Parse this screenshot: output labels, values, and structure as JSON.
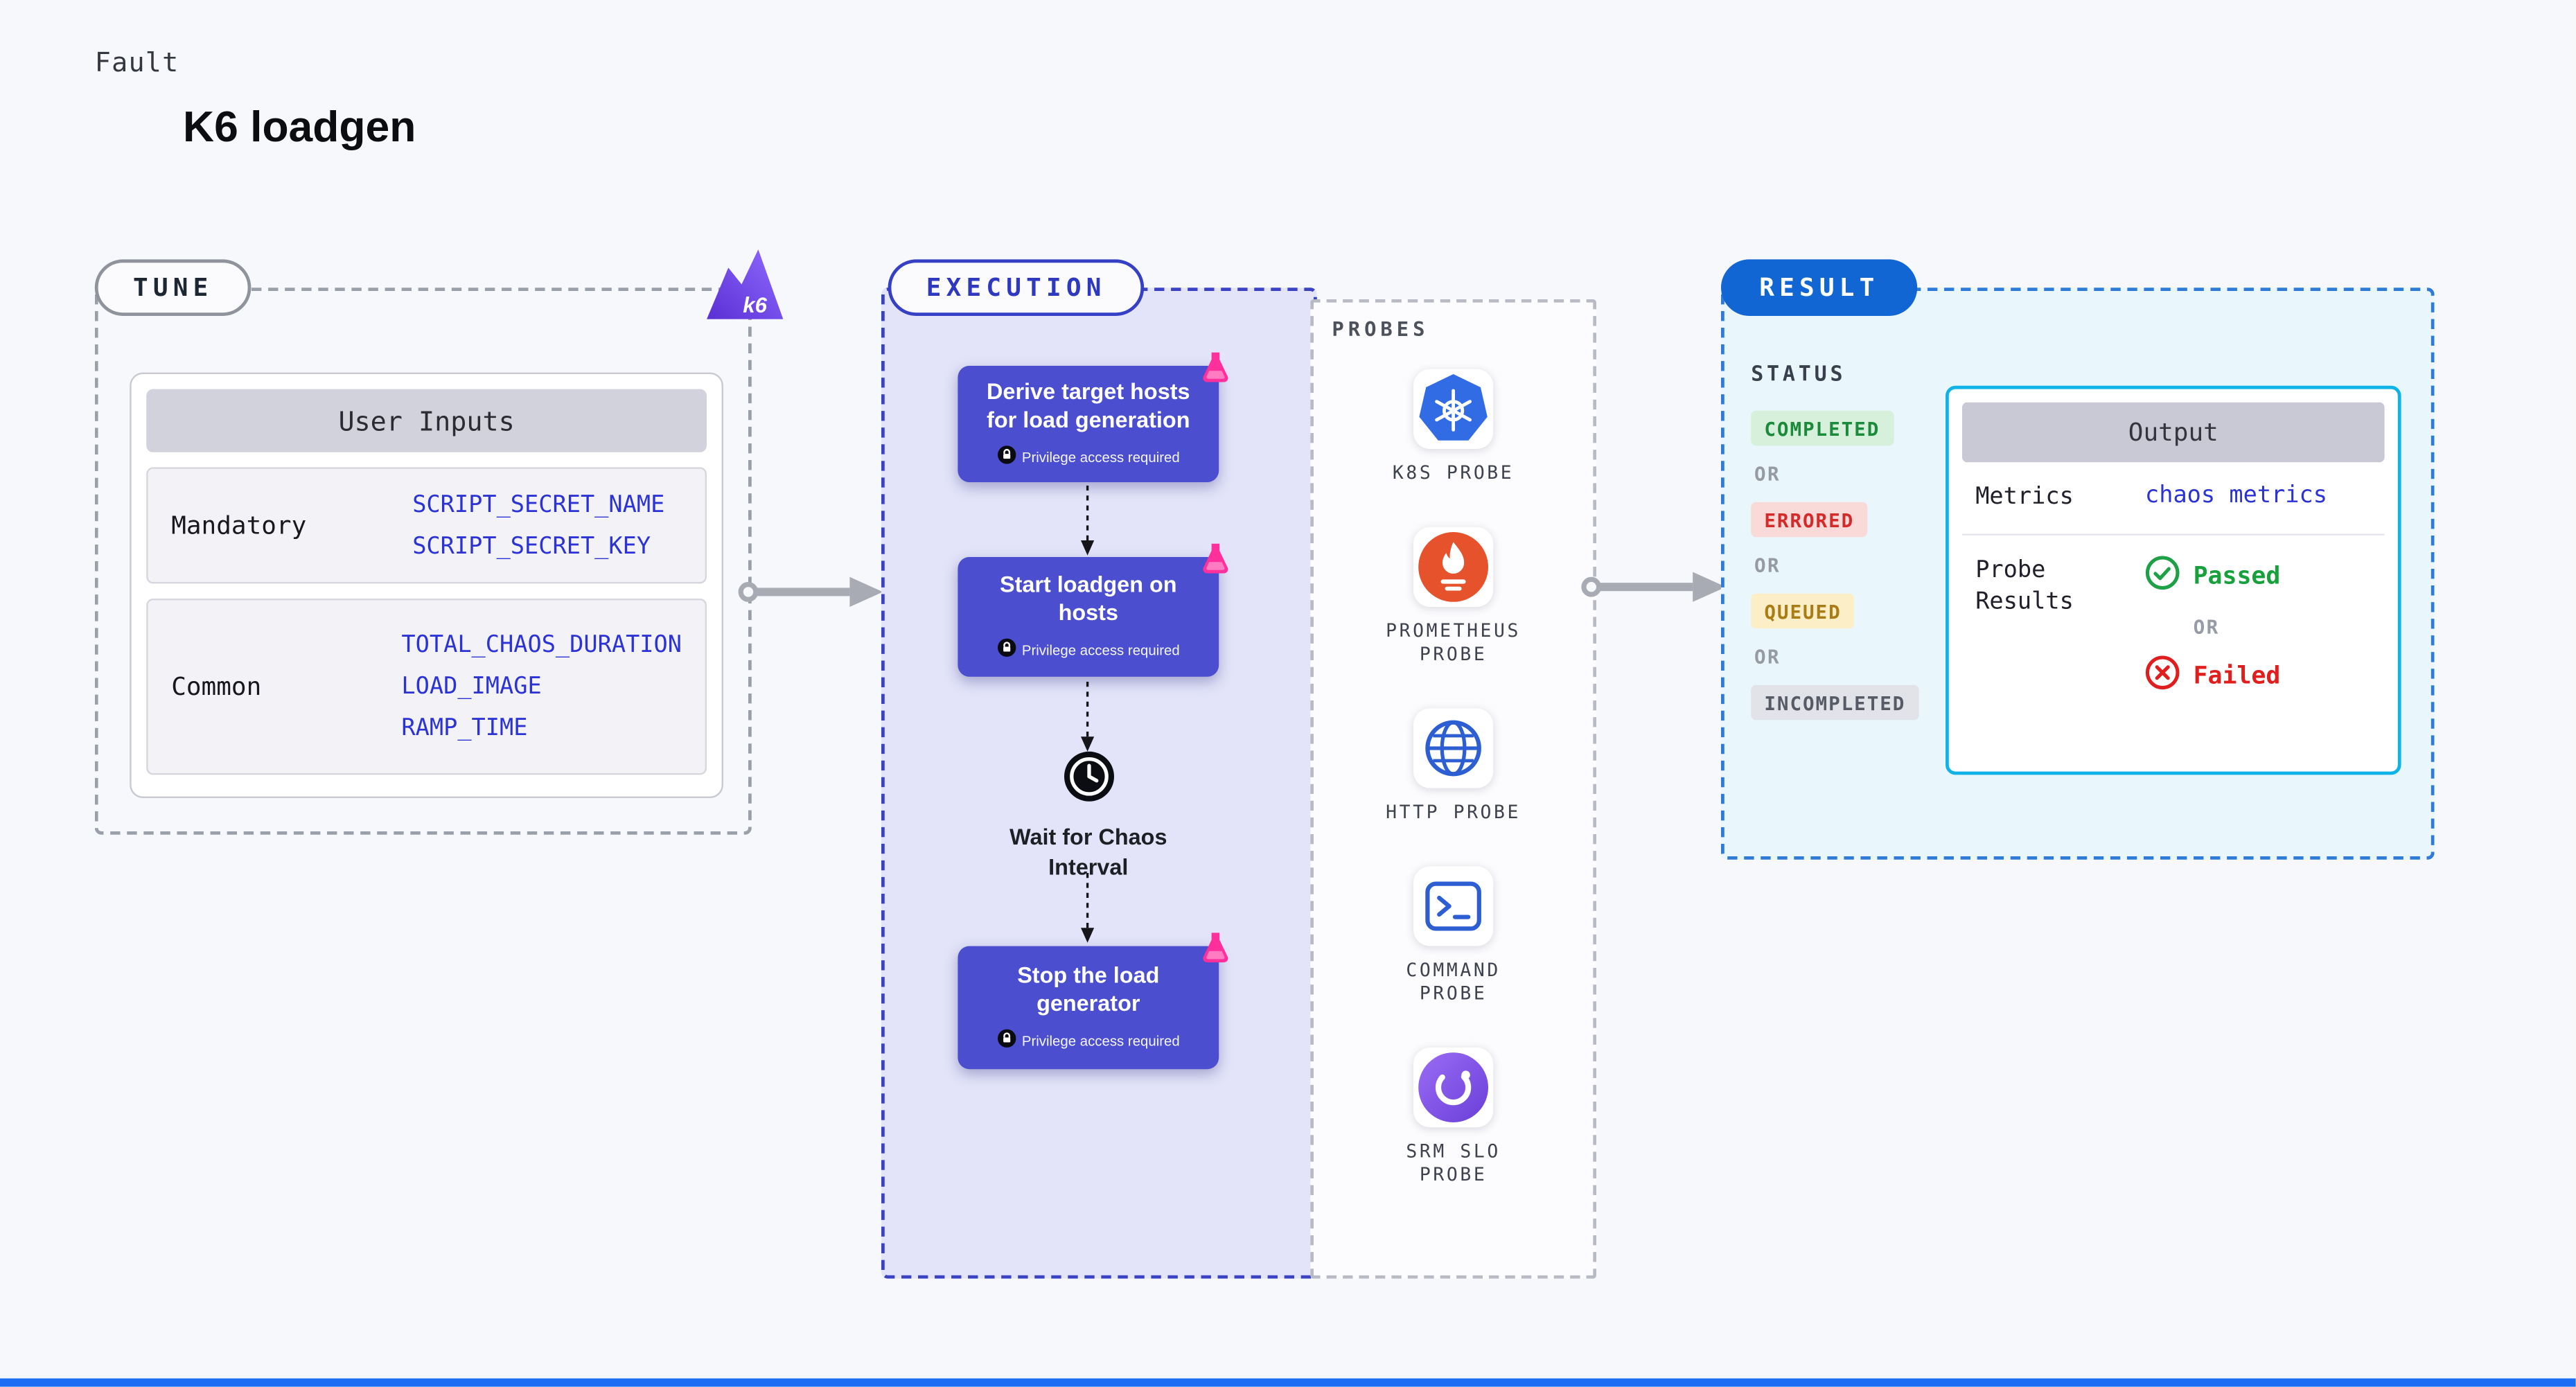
{
  "page": {
    "kicker": "Fault",
    "title": "K6 loadgen",
    "logo_text": "k6"
  },
  "tune": {
    "label": "TUNE",
    "user_inputs": {
      "header": "User Inputs",
      "rows": [
        {
          "label": "Mandatory",
          "values": [
            "SCRIPT_SECRET_NAME",
            "SCRIPT_SECRET_KEY"
          ]
        },
        {
          "label": "Common",
          "values": [
            "TOTAL_CHAOS_DURATION",
            "LOAD_IMAGE",
            "RAMP_TIME"
          ]
        }
      ]
    }
  },
  "execution": {
    "label": "EXECUTION",
    "steps": [
      {
        "title": "Derive target hosts for load generation",
        "badge": "Privilege access required",
        "icon": "chaos-fault-icon"
      },
      {
        "title": "Start loadgen on hosts",
        "badge": "Privilege access required",
        "icon": "chaos-fault-icon"
      },
      {
        "title": "Wait for Chaos Interval",
        "icon": "clock-icon"
      },
      {
        "title": "Stop the load generator",
        "badge": "Privilege access required",
        "icon": "chaos-fault-icon"
      }
    ]
  },
  "probes": {
    "label": "PROBES",
    "items": [
      {
        "name": "K8S PROBE",
        "icon": "kubernetes-icon"
      },
      {
        "name": "PROMETHEUS PROBE",
        "icon": "prometheus-icon"
      },
      {
        "name": "HTTP PROBE",
        "icon": "globe-icon"
      },
      {
        "name": "COMMAND PROBE",
        "icon": "terminal-icon"
      },
      {
        "name": "SRM SLO PROBE",
        "icon": "srm-slo-icon"
      }
    ]
  },
  "result": {
    "label": "RESULT",
    "status": {
      "heading": "STATUS",
      "items": [
        {
          "text": "COMPLETED",
          "tone": "green"
        },
        {
          "text": "OR",
          "tone": "plain"
        },
        {
          "text": "ERRORED",
          "tone": "red"
        },
        {
          "text": "OR",
          "tone": "plain"
        },
        {
          "text": "QUEUED",
          "tone": "yellow"
        },
        {
          "text": "OR",
          "tone": "plain"
        },
        {
          "text": "INCOMPLETED",
          "tone": "gray"
        }
      ]
    },
    "output": {
      "header": "Output",
      "metrics_label": "Metrics",
      "metrics_link": "chaos metrics",
      "probe_results_label": "Probe Results",
      "passed_label": "Passed",
      "or_label": "OR",
      "failed_label": "Failed"
    }
  },
  "colors": {
    "accent_indigo": "#4a4ecf",
    "execution_bg": "#e3e4f9",
    "result_blue": "#1166d4",
    "output_border": "#10b3e8",
    "link_blue": "#2b33d6",
    "passed_green": "#17a03c",
    "failed_red": "#e01e1e",
    "bottom_bar": "#1b6ef3"
  }
}
